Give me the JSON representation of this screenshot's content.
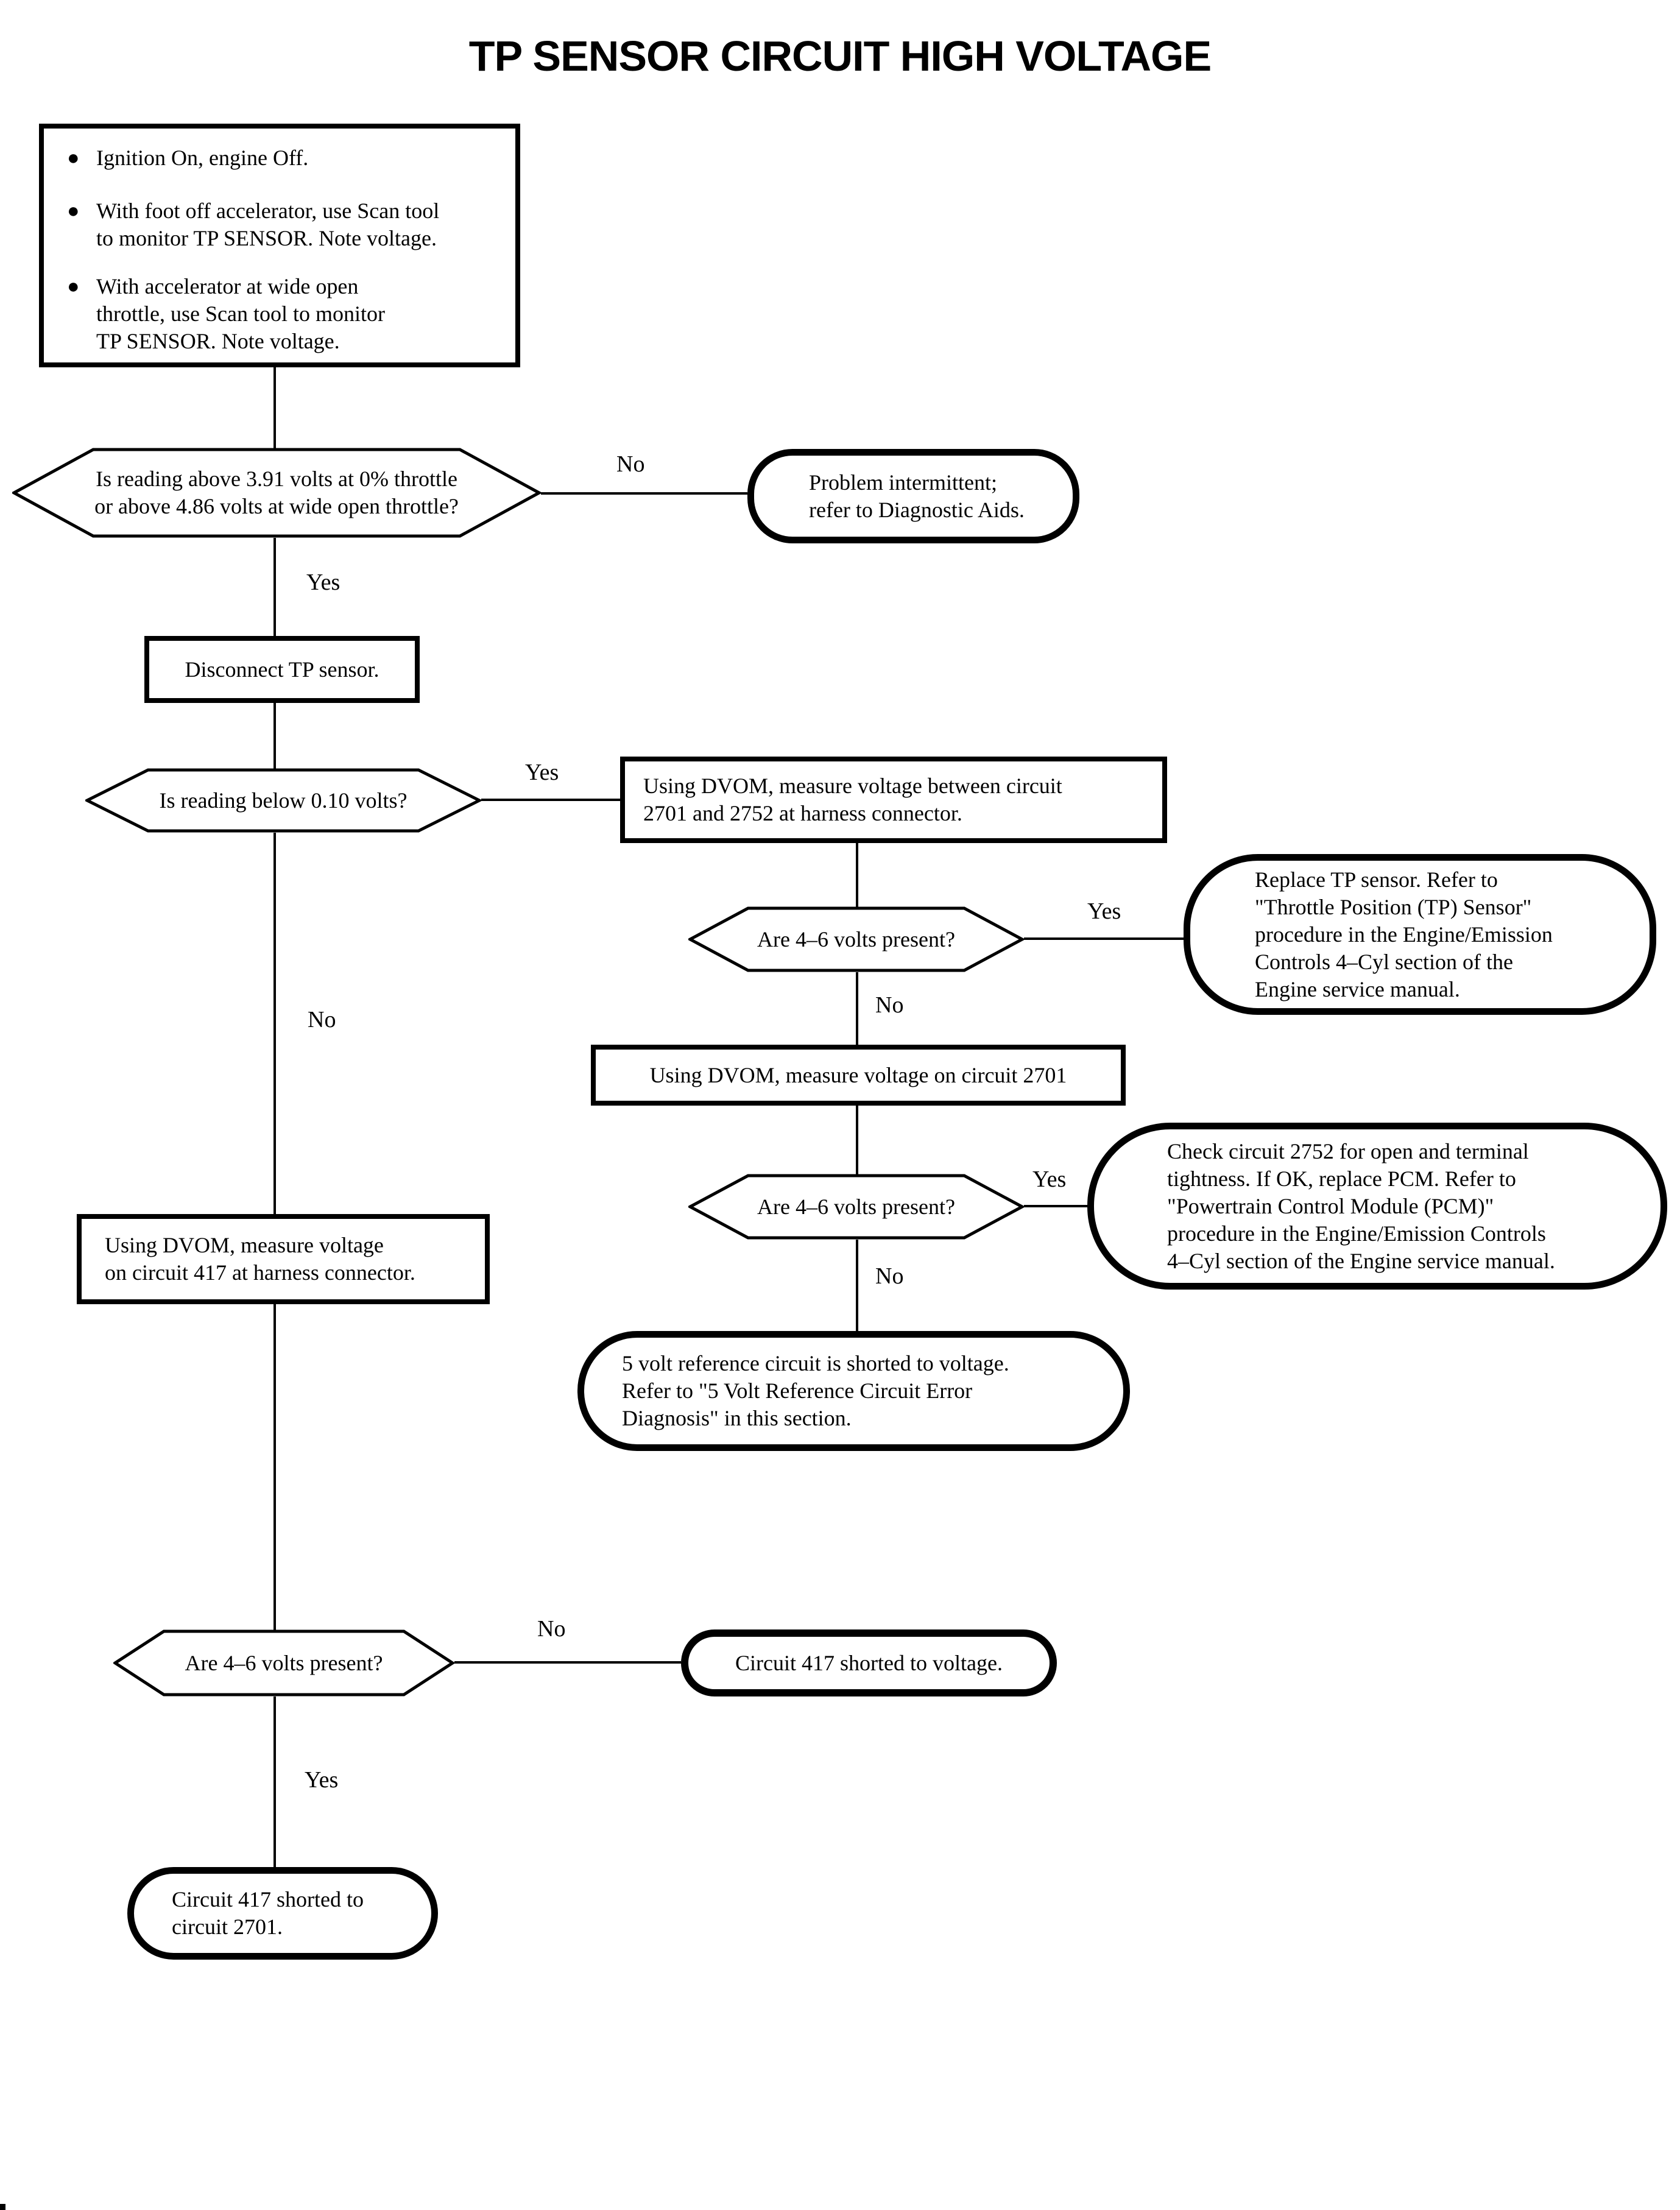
{
  "title": "TP SENSOR CIRCUIT HIGH VOLTAGE",
  "labels": {
    "yes": "Yes",
    "no": "No"
  },
  "start": {
    "bullets": [
      "Ignition On, engine Off.",
      "With foot off accelerator, use Scan tool\nto monitor TP SENSOR. Note voltage.",
      "With accelerator at wide open\nthrottle, use Scan tool to monitor\nTP SENSOR. Note voltage."
    ]
  },
  "nodes": {
    "decision_reading_above": "Is reading above 3.91 volts at 0% throttle\nor above 4.86 volts at wide open throttle?",
    "terminal_problem_intermittent": "Problem intermittent;\nrefer to Diagnostic Aids.",
    "process_disconnect_tp": "Disconnect TP sensor.",
    "decision_reading_below": "Is reading below 0.10 volts?",
    "process_measure_2701_2752": "Using DVOM, measure voltage between circuit\n2701 and 2752 at harness connector.",
    "decision_volts_1": "Are 4–6 volts present?",
    "terminal_replace_tp": "Replace TP sensor. Refer to\n\"Throttle Position (TP) Sensor\"\nprocedure in the Engine/Emission\nControls 4–Cyl section of the\nEngine service manual.",
    "process_measure_2701": "Using DVOM, measure voltage on circuit 2701",
    "decision_volts_2": "Are 4–6 volts present?",
    "terminal_check_2752": "Check circuit 2752 for open and terminal\ntightness. If OK, replace PCM. Refer to\n\"Powertrain Control Module (PCM)\"\nprocedure in the Engine/Emission Controls\n4–Cyl section of the Engine service manual.",
    "terminal_5v_reference": "5 volt reference circuit is shorted to voltage.\nRefer to \"5 Volt Reference Circuit Error\nDiagnosis\" in this section.",
    "process_measure_417": "Using DVOM, measure voltage\non circuit 417 at harness connector.",
    "decision_volts_3": "Are 4–6 volts present?",
    "terminal_417_voltage": "Circuit 417 shorted to voltage.",
    "terminal_417_2701": "Circuit 417 shorted to\ncircuit 2701."
  }
}
